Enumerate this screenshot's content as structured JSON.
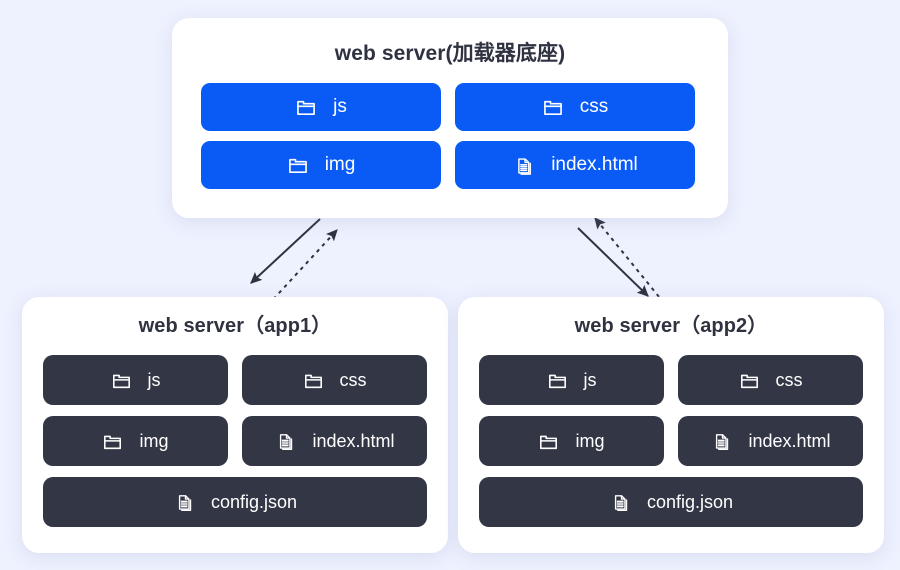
{
  "page": {
    "background_color": "#eef1fe",
    "accent_blue": "#0a5bf5",
    "dark_chip": "#333645",
    "card_background": "#ffffff",
    "title_color": "#2f3240"
  },
  "cards": {
    "root": {
      "title": "web server(加载器底座)",
      "items": [
        {
          "label": "js",
          "icon": "folder-icon"
        },
        {
          "label": "css",
          "icon": "folder-icon"
        },
        {
          "label": "img",
          "icon": "folder-icon"
        },
        {
          "label": "index.html",
          "icon": "document-icon"
        }
      ]
    },
    "app1": {
      "title": "web server（app1）",
      "items": [
        {
          "label": "js",
          "icon": "folder-icon"
        },
        {
          "label": "css",
          "icon": "folder-icon"
        },
        {
          "label": "img",
          "icon": "folder-icon"
        },
        {
          "label": "index.html",
          "icon": "document-icon"
        },
        {
          "label": "config.json",
          "icon": "document-icon"
        }
      ]
    },
    "app2": {
      "title": "web server（app2）",
      "items": [
        {
          "label": "js",
          "icon": "folder-icon"
        },
        {
          "label": "css",
          "icon": "folder-icon"
        },
        {
          "label": "img",
          "icon": "folder-icon"
        },
        {
          "label": "index.html",
          "icon": "document-icon"
        },
        {
          "label": "config.json",
          "icon": "document-icon"
        }
      ]
    }
  },
  "connectors": [
    {
      "name": "root-to-app1-solid",
      "style": "solid",
      "direction": "down-left"
    },
    {
      "name": "app1-to-root-dashed",
      "style": "dashed",
      "direction": "up-right"
    },
    {
      "name": "root-to-app2-solid",
      "style": "solid",
      "direction": "down-right"
    },
    {
      "name": "app2-to-root-dashed",
      "style": "dashed",
      "direction": "up-left"
    }
  ]
}
